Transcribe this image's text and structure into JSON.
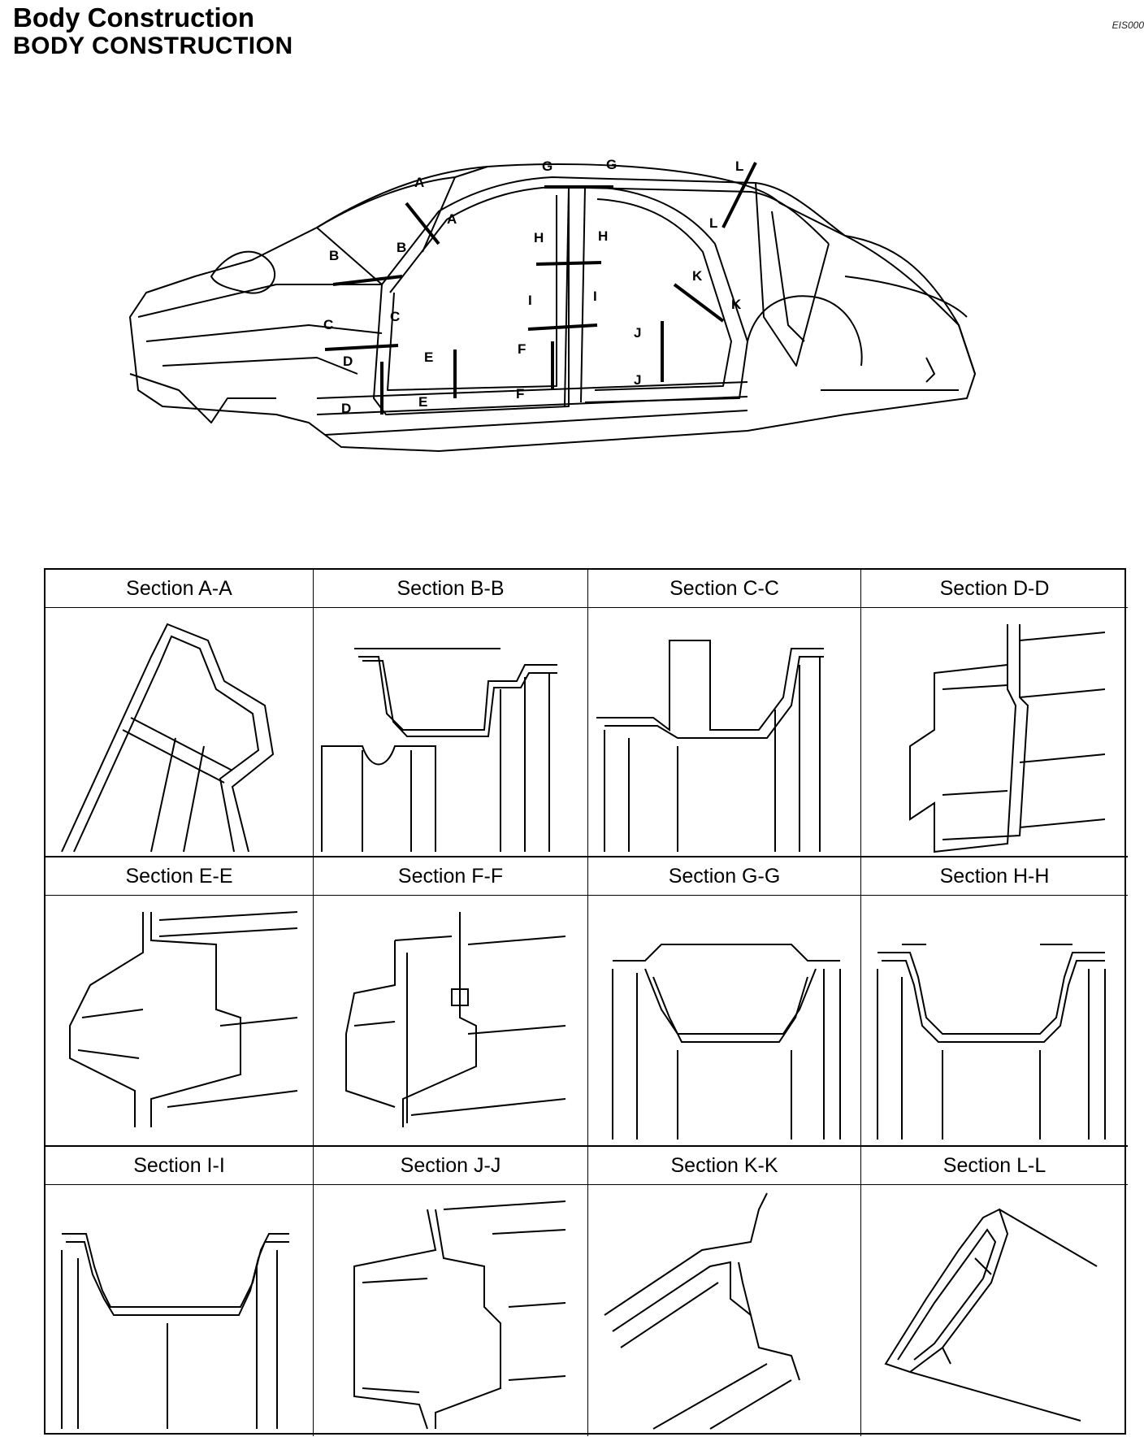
{
  "header": {
    "title": "Body Construction",
    "subtitle": "BODY CONSTRUCTION",
    "code": "EIS000"
  },
  "car_diagram": {
    "callouts": [
      "A",
      "A",
      "B",
      "B",
      "C",
      "C",
      "D",
      "D",
      "E",
      "E",
      "F",
      "F",
      "G",
      "G",
      "H",
      "H",
      "I",
      "I",
      "J",
      "J",
      "K",
      "K",
      "L",
      "L"
    ]
  },
  "sections": [
    {
      "label": "Section A-A"
    },
    {
      "label": "Section B-B"
    },
    {
      "label": "Section C-C"
    },
    {
      "label": "Section D-D"
    },
    {
      "label": "Section E-E"
    },
    {
      "label": "Section F-F"
    },
    {
      "label": "Section G-G"
    },
    {
      "label": "Section H-H"
    },
    {
      "label": "Section I-I"
    },
    {
      "label": "Section J-J"
    },
    {
      "label": "Section K-K"
    },
    {
      "label": "Section L-L"
    }
  ]
}
